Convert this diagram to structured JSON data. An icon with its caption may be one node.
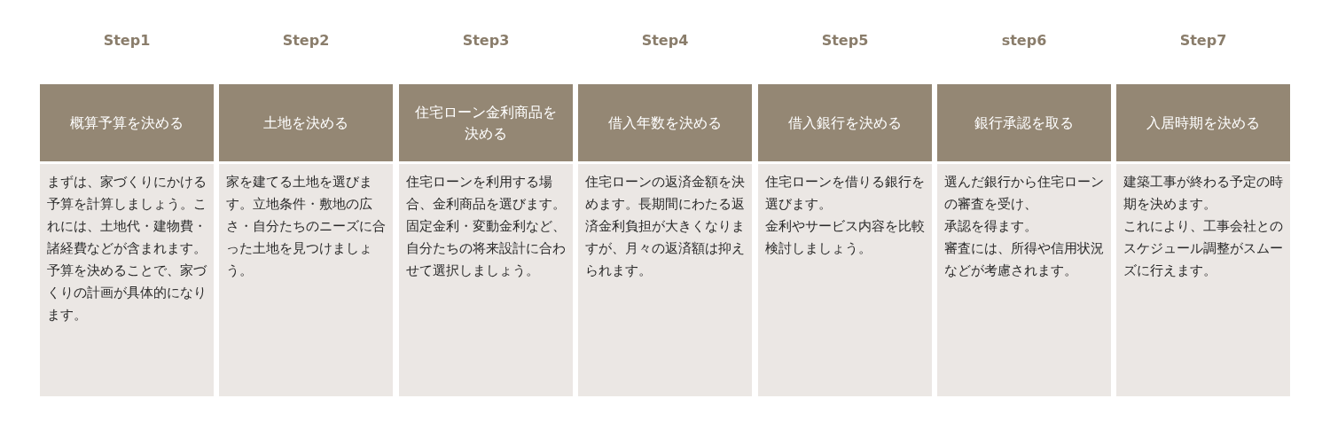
{
  "diagram": {
    "nodes": [
      {
        "text": [
          "概算予算を決める"
        ],
        "beside": [
          "Step1"
        ]
      },
      {
        "text": [
          "まずは、家づくりにかける予算を計算しましょう。これには、土地代・建物費・諸経費などが含まれます。",
          "予算を決めることで、家づくりの計画が具体的になります。"
        ]
      },
      {
        "text": [
          "土地を決める"
        ],
        "beside": [
          "Step2"
        ]
      },
      {
        "text": [
          "家を建てる土地を選びます。立地条件・敷地の広さ・自分たちのニーズに合った土地を見つけましょう。"
        ]
      },
      {
        "text": [
          "住宅ローン金利商品を決める"
        ],
        "beside": [
          "Step3"
        ]
      },
      {
        "text": [
          "住宅ローンを利用する場合、金利商品を選びます。固定金利・変動金利など、自分たちの将来設計に合わせて選択しましょう。"
        ]
      },
      {
        "text": [
          "借入年数を決める"
        ],
        "beside": [
          "Step4"
        ]
      },
      {
        "text": [
          "住宅ローンの返済金額を決めます。長期間にわたる返済金利負担が大きくなりますが、月々の返済額は抑えられます。"
        ]
      },
      {
        "text": [
          "借入銀行を決める"
        ],
        "beside": [
          "Step5"
        ]
      },
      {
        "text": [
          "住宅ローンを借りる銀行を選びます。",
          "金利やサービス内容を比較検討しましょう。"
        ]
      },
      {
        "text": [
          "銀行承認を取る"
        ],
        "beside": [
          "step6"
        ]
      },
      {
        "text": [
          "選んだ銀行から住宅ローンの審査を受け、",
          "承認を得ます。",
          "審査には、所得や信用状況などが考慮されます。"
        ]
      },
      {
        "text": [
          "入居時期を決める"
        ],
        "beside": [
          "Step7"
        ]
      },
      {
        "text": [
          "建築工事が終わる予定の時期を決めます。",
          "これにより、工事会社とのスケジュール調整がスムーズに行えます。"
        ]
      }
    ]
  }
}
